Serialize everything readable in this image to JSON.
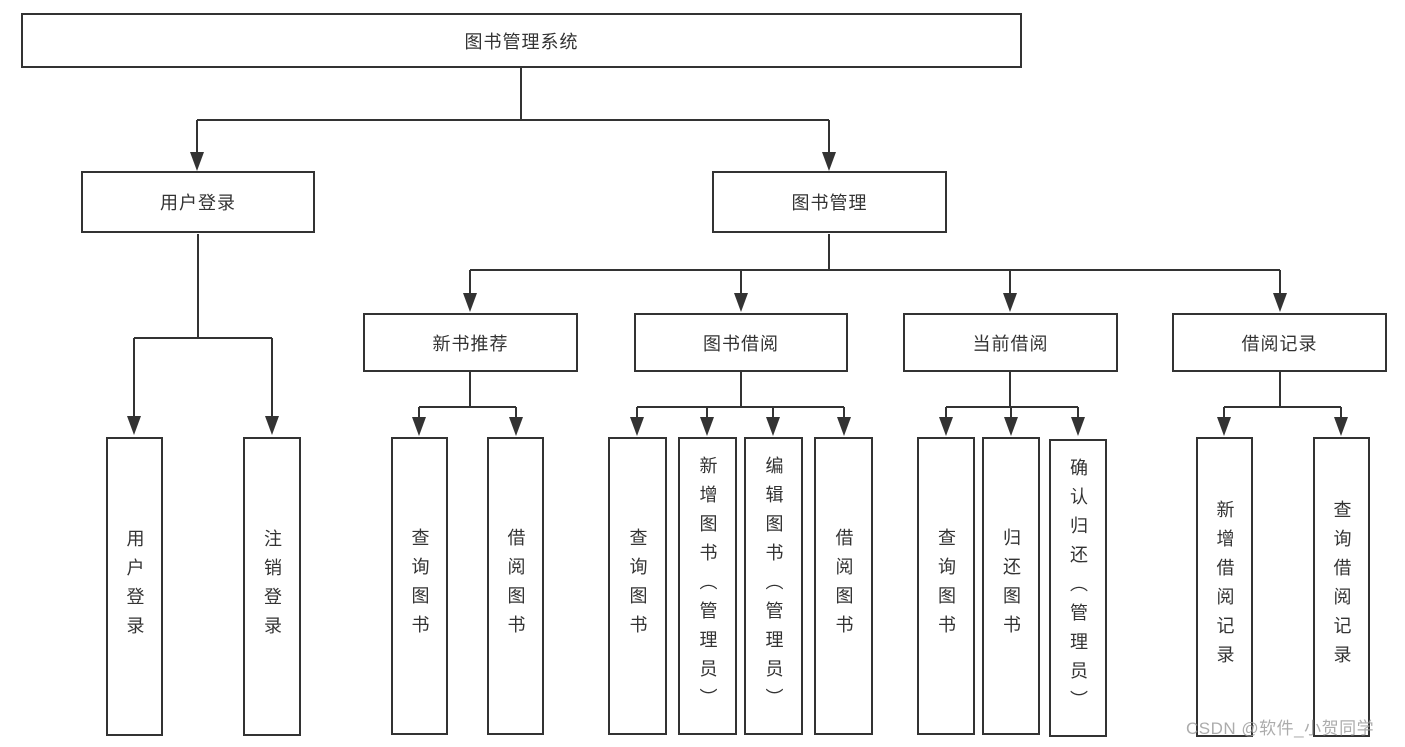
{
  "diagram": {
    "tree": {
      "label": "图书管理系统",
      "children": [
        {
          "label": "用户登录",
          "children": [
            {
              "label": "用户登录"
            },
            {
              "label": "注销登录"
            }
          ]
        },
        {
          "label": "图书管理",
          "children": [
            {
              "label": "新书推荐",
              "children": [
                {
                  "label": "查询图书"
                },
                {
                  "label": "借阅图书"
                }
              ]
            },
            {
              "label": "图书借阅",
              "children": [
                {
                  "label": "查询图书"
                },
                {
                  "label": "新增图书（管理员）"
                },
                {
                  "label": "编辑图书（管理员）"
                },
                {
                  "label": "借阅图书"
                }
              ]
            },
            {
              "label": "当前借阅",
              "children": [
                {
                  "label": "查询图书"
                },
                {
                  "label": "归还图书"
                },
                {
                  "label": "确认归还（管理员）"
                }
              ]
            },
            {
              "label": "借阅记录",
              "children": [
                {
                  "label": "新增借阅记录"
                },
                {
                  "label": "查询借阅记录"
                }
              ]
            }
          ]
        }
      ]
    },
    "colors": {
      "line": "#333333",
      "border": "#333333",
      "text": "#333333",
      "watermark": "#9b9b9b"
    }
  },
  "watermark": {
    "text": "CSDN @软件_小贺同学"
  }
}
